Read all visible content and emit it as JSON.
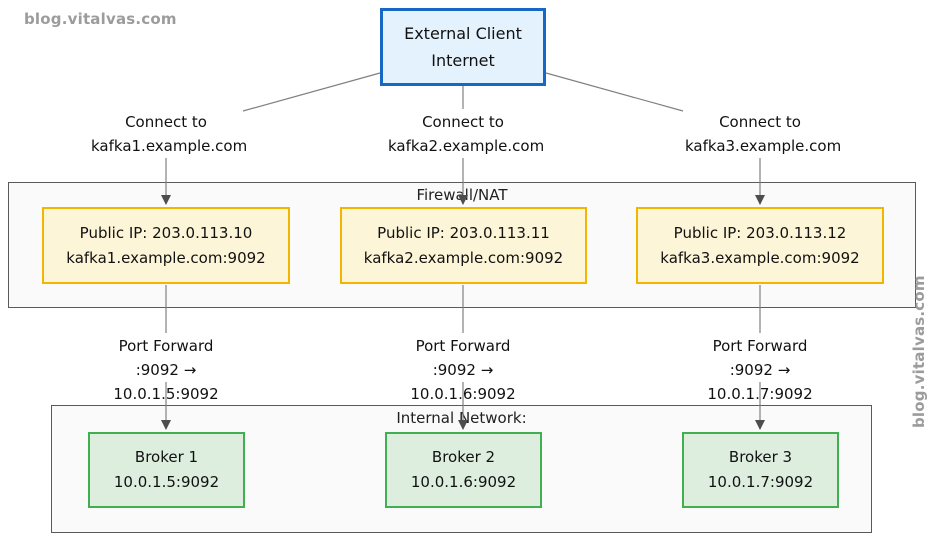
{
  "watermark": {
    "text": "blog.vitalvas.com"
  },
  "diagram": {
    "external_client": {
      "line1": "External Client",
      "line2": "Internet"
    },
    "connect_labels": [
      {
        "line1": "Connect to",
        "line2": "kafka1.example.com"
      },
      {
        "line1": "Connect to",
        "line2": "kafka2.example.com"
      },
      {
        "line1": "Connect to",
        "line2": "kafka3.example.com"
      }
    ],
    "firewall": {
      "title": "Firewall/NAT",
      "nodes": [
        {
          "line1": "Public IP: 203.0.113.10",
          "line2": "kafka1.example.com:9092"
        },
        {
          "line1": "Public IP: 203.0.113.11",
          "line2": "kafka2.example.com:9092"
        },
        {
          "line1": "Public IP: 203.0.113.12",
          "line2": "kafka3.example.com:9092"
        }
      ]
    },
    "port_forward_labels": [
      {
        "line1": "Port Forward",
        "line2": ":9092 → 10.0.1.5:9092"
      },
      {
        "line1": "Port Forward",
        "line2": ":9092 → 10.0.1.6:9092"
      },
      {
        "line1": "Port Forward",
        "line2": ":9092 → 10.0.1.7:9092"
      }
    ],
    "internal_network": {
      "title": "Internal Network:",
      "brokers": [
        {
          "line1": "Broker 1",
          "line2": "10.0.1.5:9092"
        },
        {
          "line1": "Broker 2",
          "line2": "10.0.1.6:9092"
        },
        {
          "line1": "Broker 3",
          "line2": "10.0.1.7:9092"
        }
      ]
    },
    "colors": {
      "client_fill": "#e3f2fd",
      "client_border": "#1668c4",
      "public_fill": "#fdf5d8",
      "public_border": "#f2b600",
      "broker_fill": "#ddeede",
      "broker_border": "#3faf50",
      "container_fill": "#fafafa",
      "container_border": "#5a5a5a",
      "edge": "#808080",
      "arrowhead": "#4d4d4d",
      "watermark": "#9c9c9c"
    }
  }
}
